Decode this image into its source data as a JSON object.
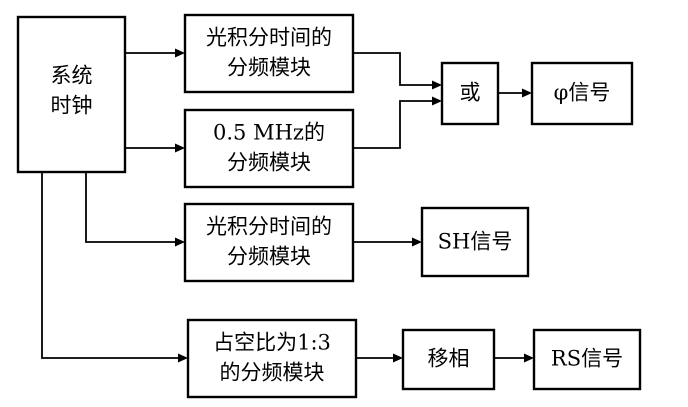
{
  "diagram": {
    "nodes": {
      "clock": {
        "lines": [
          "系统",
          "时钟"
        ]
      },
      "div_a": {
        "lines": [
          "光积分时间的",
          "分频模块"
        ]
      },
      "div_b": {
        "lines": [
          "0.5 MHz的",
          "分频模块"
        ]
      },
      "or_gate": {
        "lines": [
          "或"
        ]
      },
      "phi_signal": {
        "lines": [
          "φ信号"
        ]
      },
      "div_c": {
        "lines": [
          "光积分时间的",
          "分频模块"
        ]
      },
      "sh_signal": {
        "lines": [
          "SH信号"
        ]
      },
      "div_d": {
        "lines": [
          "占空比为1:3",
          "的分频模块"
        ]
      },
      "phase_shift": {
        "lines": [
          "移相"
        ]
      },
      "rs_signal": {
        "lines": [
          "RS信号"
        ]
      }
    },
    "edges": [
      {
        "from": "clock",
        "to": "div_a"
      },
      {
        "from": "clock",
        "to": "div_b"
      },
      {
        "from": "clock",
        "to": "div_c"
      },
      {
        "from": "clock",
        "to": "div_d"
      },
      {
        "from": "div_a",
        "to": "or_gate"
      },
      {
        "from": "div_b",
        "to": "or_gate"
      },
      {
        "from": "or_gate",
        "to": "phi_signal"
      },
      {
        "from": "div_c",
        "to": "sh_signal"
      },
      {
        "from": "div_d",
        "to": "phase_shift"
      },
      {
        "from": "phase_shift",
        "to": "rs_signal"
      }
    ]
  }
}
